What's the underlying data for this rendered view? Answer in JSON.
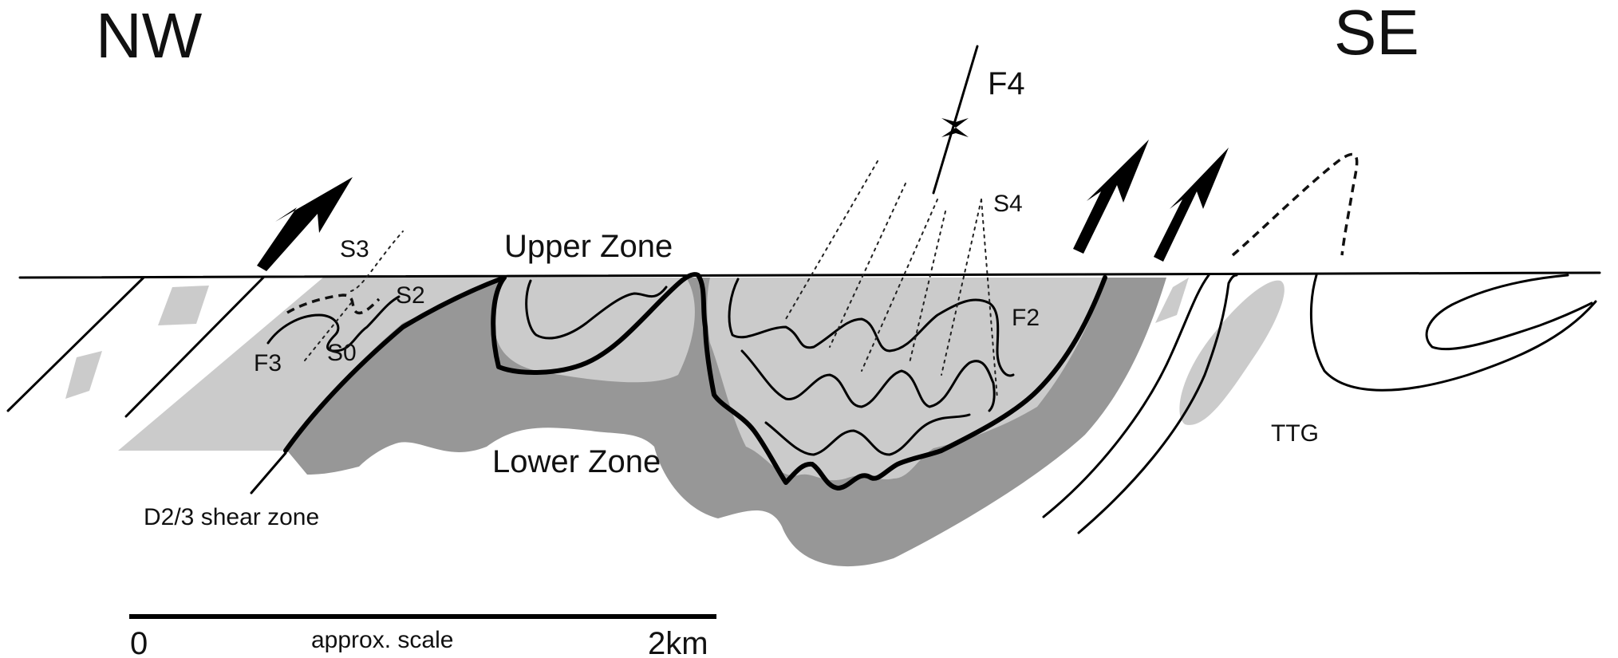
{
  "labels": {
    "nw": "NW",
    "se": "SE",
    "f4": "F4",
    "s4": "S4",
    "s3": "S3",
    "s2": "S2",
    "s0": "S0",
    "f3": "F3",
    "f2": "F2",
    "upper_zone": "Upper Zone",
    "lower_zone": "Lower Zone",
    "shear_zone": "D2/3 shear zone",
    "ttg": "TTG"
  },
  "scale": {
    "start": "0",
    "caption": "approx. scale",
    "end": "2km"
  },
  "colors": {
    "light_gray": "#cbcbcb",
    "dark_gray": "#979797",
    "line": "#000000"
  }
}
